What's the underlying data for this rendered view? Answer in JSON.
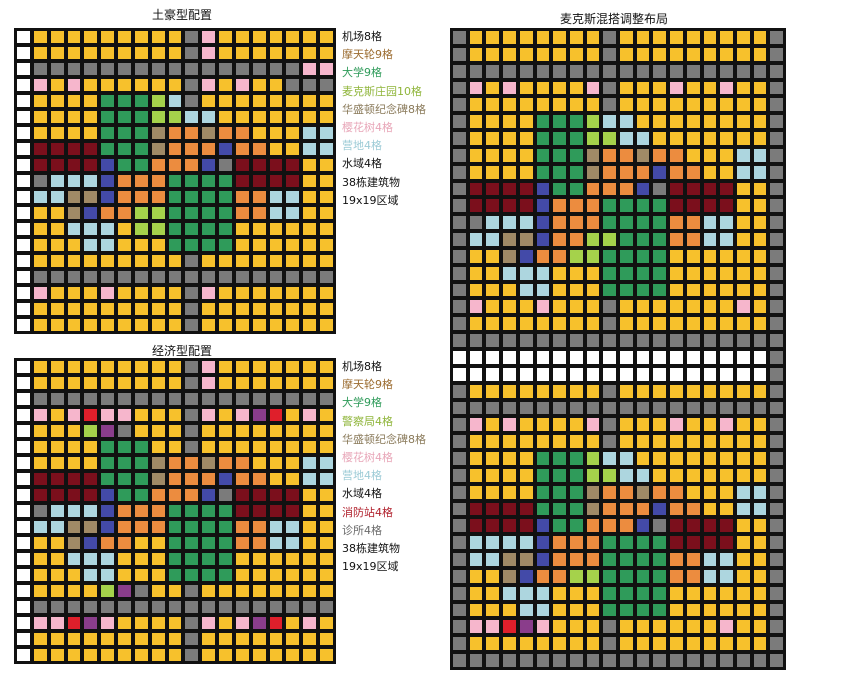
{
  "palette": {
    "Y": "#f7c12c",
    "G": "#7b7b7b",
    "W": "#ffffff",
    "P": "#f6b6cc",
    "E": "#2f9b5a",
    "L": "#a5d24b",
    "O": "#ec8c3f",
    "B": "#434aa8",
    "C": "#add6df",
    "M": "#7b0f1c",
    "R": "#df1f2b",
    "V": "#8a3d8b",
    "T": "#a08a66"
  },
  "panels": {
    "luxury": {
      "title": "土豪型配置",
      "legend": [
        {
          "text": "机场8格",
          "color": "#111111"
        },
        {
          "text": "摩天轮9格",
          "color": "#9b6b2f"
        },
        {
          "text": "大学9格",
          "color": "#2f9b5a"
        },
        {
          "text": "麦克斯庄园10格",
          "color": "#8fb53a"
        },
        {
          "text": "华盛顿纪念碑8格",
          "color": "#8a7a5a"
        },
        {
          "text": "樱花树4格",
          "color": "#e8a6b8"
        },
        {
          "text": "营地4格",
          "color": "#9ccbd6"
        },
        {
          "text": "水域4格",
          "color": "#111111"
        },
        {
          "text": "38栋建筑物",
          "color": "#111111"
        },
        {
          "text": "19x19区域",
          "color": "#111111"
        }
      ],
      "rows": [
        "WYYYYYYYYYGPYYYYYYY",
        "WYYYYYYYYYGPYYYYYYY",
        "WGGGGGGGGGGGGGGGGPP",
        "WPYPYYYYYYGPYPYYGGG",
        "WYYYYEEELCGYYYYYYYY",
        "WYYYYEEELLCCYYYYYYY",
        "WYYYYEEETOOTOOYYYCC",
        "WMMMMEEETOOOBOOYYCC",
        "WMMMMBEEOOOBGMMMMYY",
        "WGCCCBOOOEEEEMMMMYY",
        "WCCTTBOOOEEEEOOCCYY",
        "WYYTBOOLLEEEEOOCCYY",
        "WYYCCCYLLEEEEYYYYYY",
        "WYYYCCYYYEEEEYYYYYY",
        "WYYYYYYYYYGYYYYYYYY",
        "WGGGGGGGGGGGGGGGGGG",
        "WPYYYPYYYYGPYYYYYYY",
        "WYYYYYYYYYGYYYYYYYY",
        "WYYYYYYYYYGYYYYYYYY"
      ]
    },
    "economy": {
      "title": "经济型配置",
      "legend": [
        {
          "text": "机场8格",
          "color": "#111111"
        },
        {
          "text": "摩天轮9格",
          "color": "#9b6b2f"
        },
        {
          "text": "大学9格",
          "color": "#2f9b5a"
        },
        {
          "text": "警察局4格",
          "color": "#8fb53a"
        },
        {
          "text": "华盛顿纪念碑8格",
          "color": "#8a7a5a"
        },
        {
          "text": "樱花树4格",
          "color": "#e8a6b8"
        },
        {
          "text": "营地4格",
          "color": "#9ccbd6"
        },
        {
          "text": "水域4格",
          "color": "#111111"
        },
        {
          "text": "消防站4格",
          "color": "#b01f2b"
        },
        {
          "text": "诊所4格",
          "color": "#6a6a6a"
        },
        {
          "text": "38栋建筑物",
          "color": "#111111"
        },
        {
          "text": "19x19区域",
          "color": "#111111"
        }
      ],
      "rows": [
        "WYYYYYYYYYGPYYYYYYY",
        "WYYYYYYYYYGPYYYYYYY",
        "WGGGGGGGGGGGGGGGGGG",
        "WPYPRPPYYYGPYPVRYPY",
        "WYYYLVGYYYGYYYYYYYY",
        "WYYYYEEEYYGYYYYYYYY",
        "WYYYYEEETOOTOOYYYCC",
        "WMMMMEEETOOOBOOYYCC",
        "WMMMMBEEOOOBGMMMMYY",
        "WGCCCBOOOEEEEMMMMYY",
        "WCCTTBOOOEEEEOOCCYY",
        "WYYTBOOYYEEEEOOCCYY",
        "WYYCCCYYYEEEEYYYYYY",
        "WYYYCCYYYEEEEYYYYYY",
        "WYYYYLVGYYGYYYYYYYY",
        "WGGGGGGGGGGGGGGGGGG",
        "WPPRVPYYYYGPYPVRYPY",
        "WYYYYYYYYYGYYYYYYYY",
        "WYYYYYYYYYGYYYYYYYY"
      ]
    },
    "max": {
      "title": "麦克斯混搭调整布局",
      "rows": [
        "GYYYYYYYYGYYYYYYYYYG",
        "GYYYYYYYYGYYYYYYYYYG",
        "GGGGGGGGGGGGGGGGGGGG",
        "GPYPYYYYPGYYYPYYPYYG",
        "GYYYYYYYYGYYYYYYYYYG",
        "GYYYYEEELCCYYYYYYYYG",
        "GYYYYEEELLCCYYYYYYYG",
        "GYYYYEEETOOTOOYYYCCG",
        "GYYYYEEETOOOBOOYYCCG",
        "GMMMMBEEOOOBGMMMMYYG",
        "GMMMMBOOOEEEEMMMMYYG",
        "GGCCCBOOOEEEEOOCCYYG",
        "GCCTTBOOLLEEEOOCCYYG",
        "GYYTBOOLLEEEEYYYYYYG",
        "GYYCCCYYYEEEEYYYYYYG",
        "GYYYCCYYYEEEEYYYYYYG",
        "GPYYYPYYYGYYYYYYYPYG",
        "GYYYYYYYYGYYYYYYYYYG",
        "GGGGGGGGGGGGGGGGGGGG",
        "WWWWWWWWWWWWWWWWWWWG",
        "WWWWWWWWWWWWWWWWWWWG",
        "GYYYYYYYYGYYYYYYYYYG",
        "GGGGGGGGGGGGGGGGGGGG",
        "GPYPYYYYPGYYYPYYPYYG",
        "GYYYYYYYYGYYYYYYYYYG",
        "GYYYYEEELCCYYYYYYYYG",
        "GYYYYEEELLCCYYYYYYYG",
        "GYYYYEEETOOTOOYYYCCG",
        "GMMMMEEETOOOBOOYYCCG",
        "GMMMMBEEOOOBGMMMMYYG",
        "GCCCCBOOOEEEEMMMMYYG",
        "GCCTTBOOOEEEEOOCCYYG",
        "GYYTBOOLLEEEEOOCCYYG",
        "GYYCCCYYYEEEEYYYYYYG",
        "GYYYCCYYYEEEEYYYYYYG",
        "GPPRVPYYYGYYYYYYPYYG",
        "GYYYYYYYYGYYYYYYYYYG",
        "GGGGGGGGGGGGGGGGGGGG"
      ]
    }
  }
}
